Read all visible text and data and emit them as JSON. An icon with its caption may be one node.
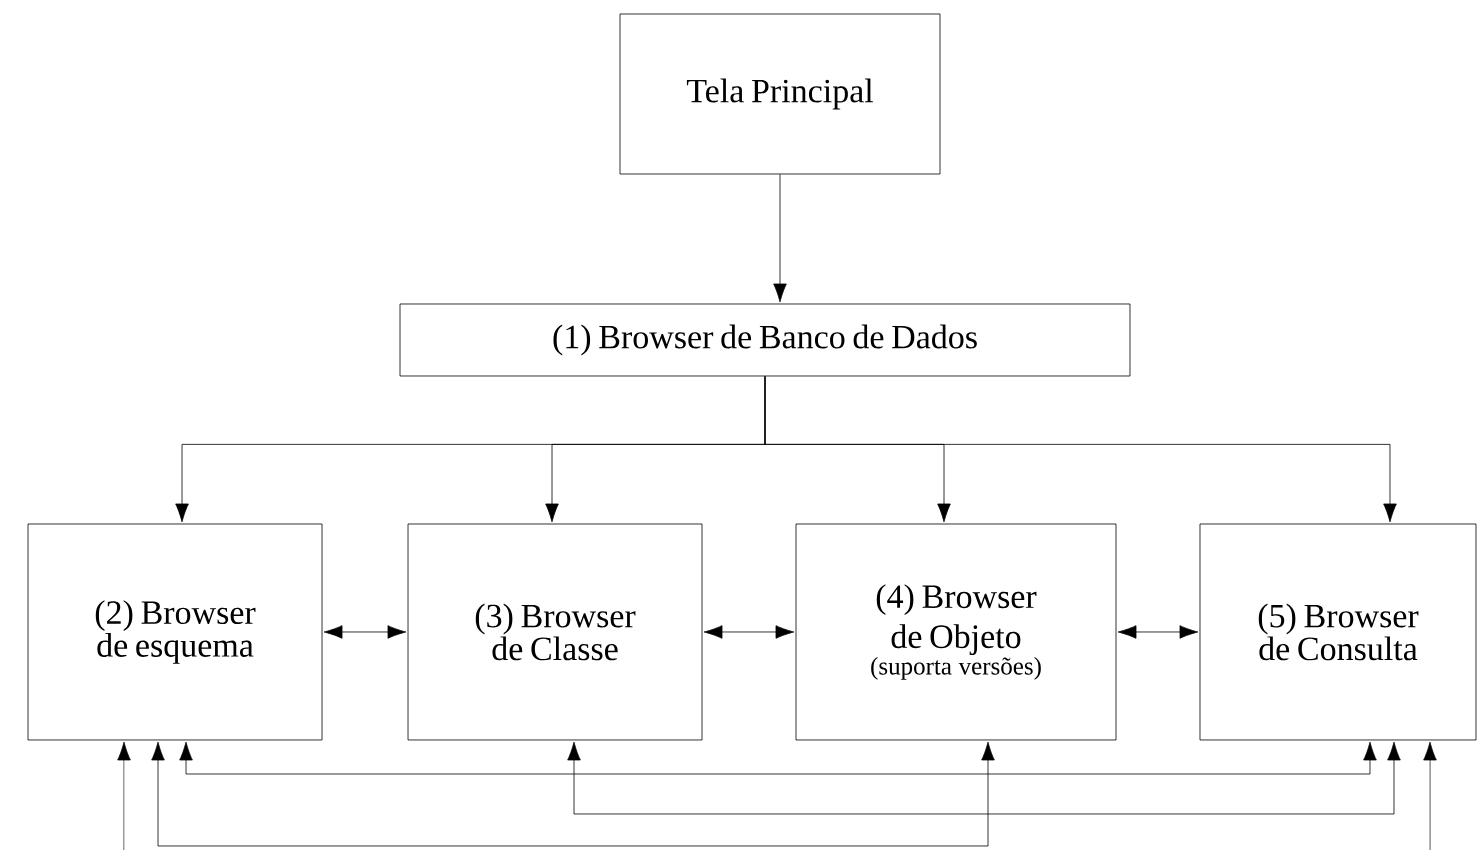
{
  "diagram": {
    "nodes": [
      {
        "text": [
          "Tela Principal"
        ]
      },
      {
        "text": [
          "(1) Browser de Banco de Dados"
        ]
      },
      {
        "text": [
          "(2) Browser de esquema"
        ]
      },
      {
        "text": [
          "(3) Browser de Classe"
        ]
      },
      {
        "text": [
          "(4) Browser de Objeto",
          "(suporta versões)"
        ]
      },
      {
        "text": [
          "(5) Browser de Consulta"
        ]
      }
    ],
    "edges": [
      {
        "from": 0,
        "to": 1,
        "arrow": "to"
      },
      {
        "from": 1,
        "to": 2,
        "arrow": "to"
      },
      {
        "from": 1,
        "to": 3,
        "arrow": "to"
      },
      {
        "from": 1,
        "to": 4,
        "arrow": "to"
      },
      {
        "from": 1,
        "to": 5,
        "arrow": "to"
      },
      {
        "from": 2,
        "to": 3,
        "arrow": "both"
      },
      {
        "from": 3,
        "to": 4,
        "arrow": "both"
      },
      {
        "from": 4,
        "to": 5,
        "arrow": "both"
      },
      {
        "from": 2,
        "to": 5,
        "arrow": "both"
      },
      {
        "from": 3,
        "to": 5,
        "arrow": "both"
      },
      {
        "from": 2,
        "to": 4,
        "arrow": "both"
      },
      {
        "from": null,
        "to": 2,
        "arrow": "to"
      },
      {
        "from": null,
        "to": 5,
        "arrow": "to"
      }
    ]
  }
}
